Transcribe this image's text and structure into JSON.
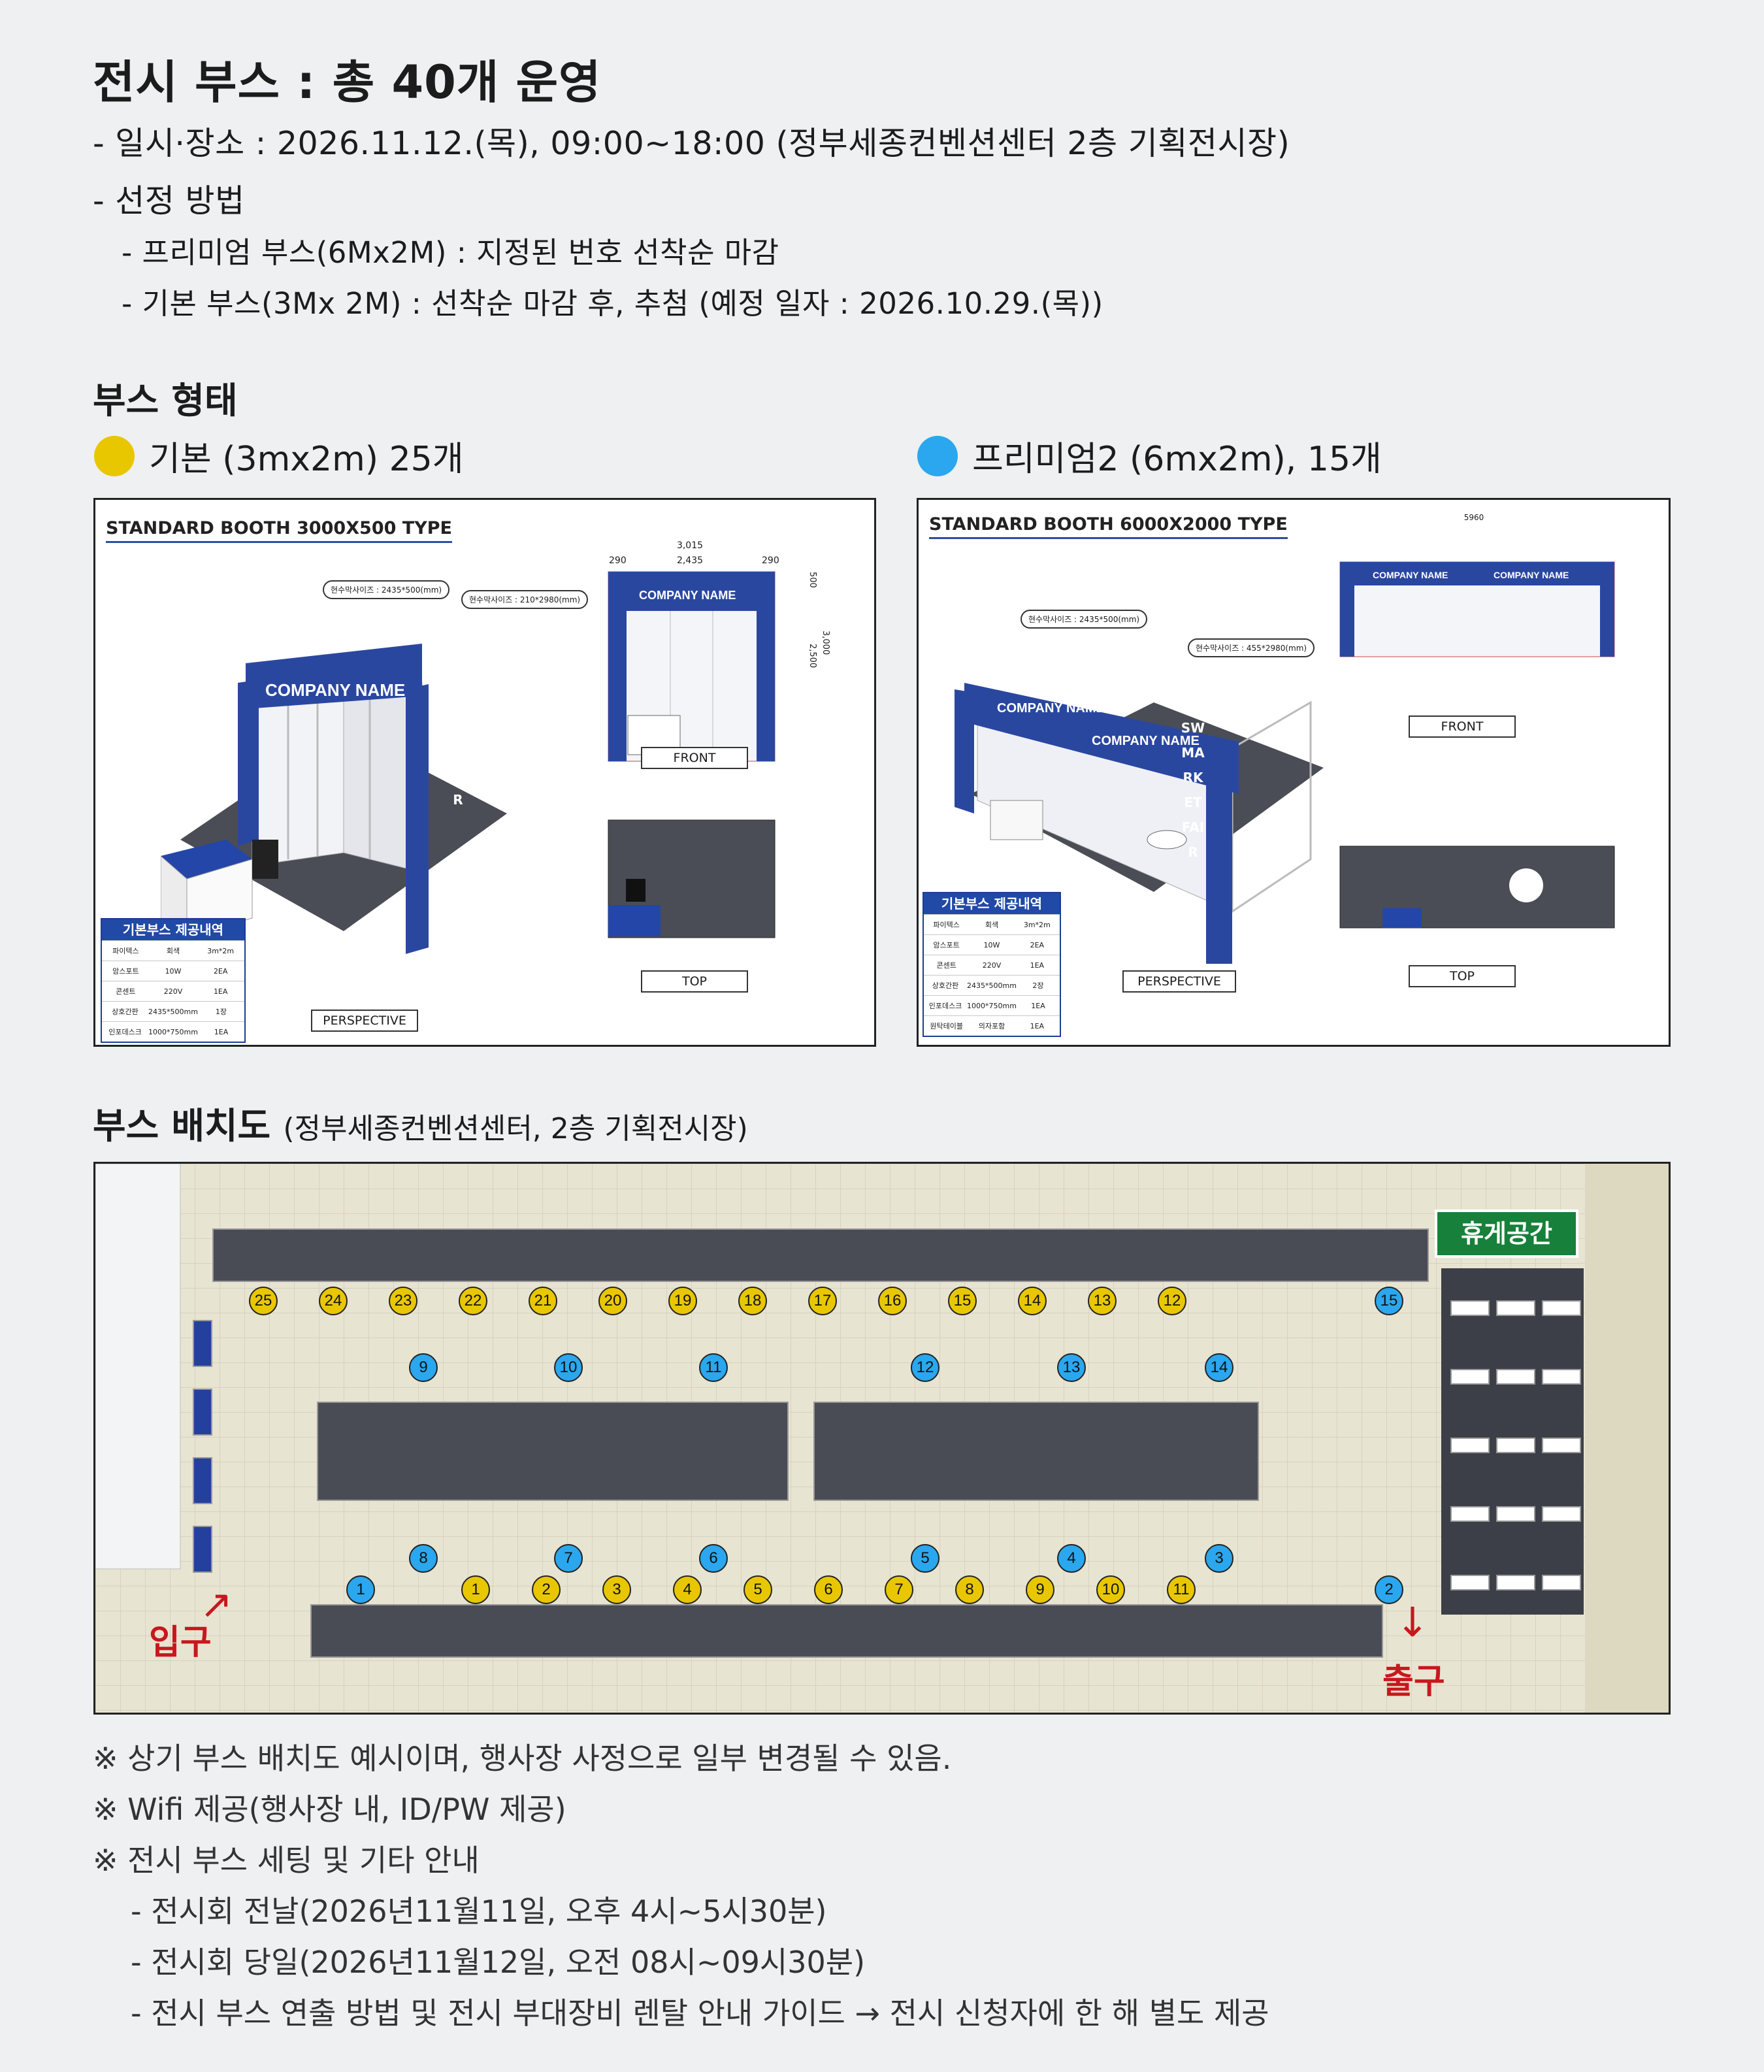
{
  "header": {
    "title": "전시 부스 : 총 40개 운영",
    "schedule": "- 일시·장소 : 2026.11.12.(목), 09:00~18:00 (정부세종컨벤션센터 2층 기획전시장)",
    "method": "- 선정 방법",
    "premium": "- 프리미엄 부스(6Mx2M) : 지정된 번호 선착순 마감",
    "basic": "- 기본 부스(3Mx 2M) : 선착순 마감 후, 추첨 (예정 일자 : 2026.10.29.(목))"
  },
  "booth_type": {
    "heading": "부스 형태",
    "basic_label": "기본 (3mx2m) 25개",
    "premium_label": "프리미엄2 (6mx2m), 15개",
    "basic_color": "#e9c700",
    "premium_color": "#2aa7ee"
  },
  "panel_basic": {
    "title": "STANDARD BOOTH  3000X500 TYPE",
    "company": "COMPANY NAME",
    "callout1": "현수막사이즈 : 2435*500(mm)",
    "callout2": "현수막사이즈 : 210*2980(mm)",
    "side_text": "SW MARKET FAIR",
    "front": "FRONT",
    "top": "TOP",
    "perspective": "PERSPECTIVE",
    "dim_total": "3,015",
    "dim_mid": "2,435",
    "dim_left": "290",
    "dim_right": "290",
    "dim_h1": "500",
    "dim_h2": "2,500",
    "dim_h3": "3,000",
    "spec_title": "기본부스 제공내역",
    "spec_rows": [
      [
        "파이텍스",
        "회색",
        "3m*2m"
      ],
      [
        "암스포트",
        "10W",
        "2EA"
      ],
      [
        "콘센트",
        "220V",
        "1EA"
      ],
      [
        "상호간판",
        "2435*500mm",
        "1장"
      ],
      [
        "인포데스크",
        "1000*750mm",
        "1EA"
      ]
    ]
  },
  "panel_premium": {
    "title": "STANDARD BOOTH  6000X2000 TYPE",
    "company": "COMPANY NAME",
    "callout1": "현수막사이즈 : 2435*500(mm)",
    "callout2": "현수막사이즈 : 455*2980(mm)",
    "side_text": "SW MARKET FAIR",
    "front": "FRONT",
    "top": "TOP",
    "perspective": "PERSPECTIVE",
    "dim_total": "5960",
    "spec_title": "기본부스 제공내역",
    "spec_rows": [
      [
        "파이텍스",
        "회색",
        "3m*2m"
      ],
      [
        "암스포트",
        "10W",
        "2EA"
      ],
      [
        "콘센트",
        "220V",
        "1EA"
      ],
      [
        "상호간판",
        "2435*500mm",
        "2장"
      ],
      [
        "인포데스크",
        "1000*750mm",
        "1EA"
      ],
      [
        "원탁테이블",
        "의자포함",
        "1EA"
      ]
    ]
  },
  "layout": {
    "heading": "부스 배치도",
    "subheading": "(정부세종컨벤션센터, 2층 기획전시장)",
    "rest_area": "휴게공간",
    "entrance": "입구",
    "exit": "출구",
    "top_row": [
      "25",
      "24",
      "23",
      "22",
      "21",
      "20",
      "19",
      "18",
      "17",
      "16",
      "15",
      "14",
      "13",
      "12"
    ],
    "top_row_premium": "15",
    "mid_top": [
      "9",
      "10",
      "11",
      "12",
      "13",
      "14"
    ],
    "mid_bottom": [
      "8",
      "7",
      "6",
      "5",
      "4",
      "3"
    ],
    "bottom_row": [
      "1",
      "2",
      "3",
      "4",
      "5",
      "6",
      "7",
      "8",
      "9",
      "10",
      "11"
    ],
    "bottom_left_premium": "1",
    "bottom_right_premium": "2"
  },
  "notes": {
    "n1": "※ 상기 부스 배치도 예시이며, 행사장 사정으로 일부 변경될 수 있음.",
    "n2": "※ Wifi 제공(행사장 내, ID/PW 제공)",
    "n3": "※ 전시 부스 세팅 및 기타 안내",
    "n4": "- 전시회 전날(2026년11월11일, 오후 4시~5시30분)",
    "n5": "- 전시회 당일(2026년11월12일, 오전 08시~09시30분)",
    "n6": "- 전시 부스 연출 방법 및 전시 부대장비 렌탈 안내 가이드 → 전시 신청자에 한 해 별도 제공"
  }
}
